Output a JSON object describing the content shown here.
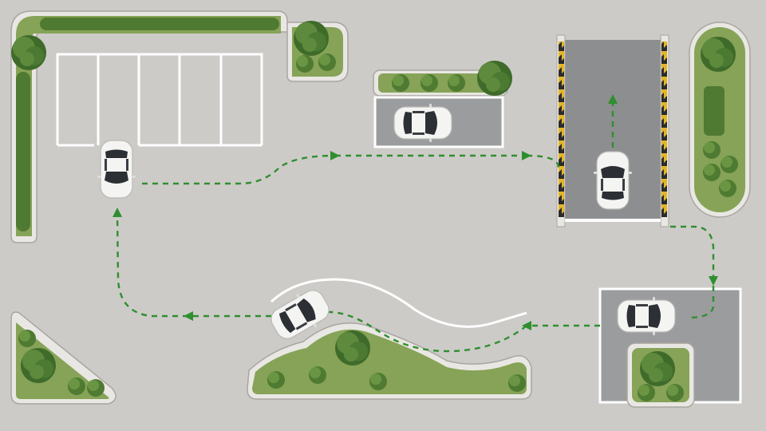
{
  "scene": {
    "type": "driving-test-course",
    "label_text": []
  },
  "colors": {
    "asphalt": "#c9c7c4",
    "curb": "#e9e7e3",
    "curb_edge": "#a9a6a1",
    "grass": "#86a357",
    "grass_dark": "#6f8c45",
    "hedge": "#4f7a32",
    "tree": "#3f6b2a",
    "tree_light": "#5d8a3c",
    "lot_paint": "#ffffff",
    "garage_floor": "#8d8e90",
    "hazard_yellow": "#e3b62a",
    "hazard_black": "#2b2b2b",
    "route_green": "#2f8f2f",
    "car_body": "#f4f4f2",
    "car_glass": "#2c2f33"
  },
  "route": {
    "style": "dashed",
    "direction_arrows": 8,
    "segments": [
      "parking-lot-exit",
      "towards-garage",
      "garage-entry",
      "garage-exit",
      "to-side-bay",
      "s-curve",
      "to-parking-lot"
    ]
  },
  "cars": [
    {
      "id": "car-parking-lot",
      "heading": "down"
    },
    {
      "id": "car-parallel-bay",
      "heading": "right"
    },
    {
      "id": "car-garage",
      "heading": "up"
    },
    {
      "id": "car-side-bay",
      "heading": "right"
    },
    {
      "id": "car-s-curve",
      "heading": "up-right"
    }
  ],
  "parking": {
    "perpendicular_slots": 5
  }
}
